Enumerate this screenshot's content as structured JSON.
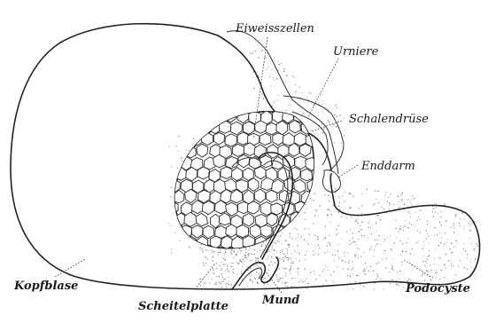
{
  "labels": {
    "eiweisszellen": "Eiweisszellen",
    "urniere": "Urniere",
    "schalendruese": "Schalendrüse",
    "enddarm": "Enddarm",
    "kopfblase": "Kopfblase",
    "scheitelplatte": "Scheitelplatte",
    "mund": "Mund",
    "podocyste": "Podocyste"
  },
  "colors": {
    "ink": "#222222",
    "paper": "#ffffff",
    "stipple": "#8a8a8a"
  }
}
